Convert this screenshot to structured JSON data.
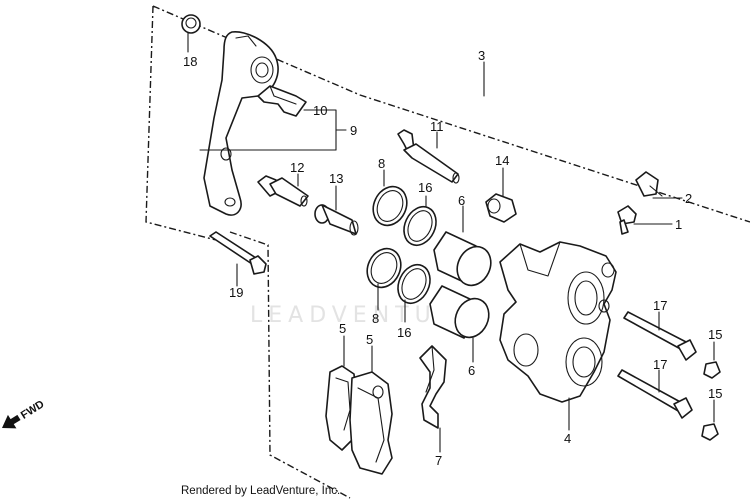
{
  "watermark": "LEADVENTURE",
  "footer_text": "Rendered by LeadVenture, Inc.",
  "fwd_label": "FWD",
  "callouts": {
    "c1": "1",
    "c2": "2",
    "c3": "3",
    "c4": "4",
    "c5a": "5",
    "c5b": "5",
    "c6a": "6",
    "c6b": "6",
    "c7": "7",
    "c8a": "8",
    "c8b": "8",
    "c9": "9",
    "c10": "10",
    "c11": "11",
    "c12": "12",
    "c13": "13",
    "c14": "14",
    "c15a": "15",
    "c15b": "15",
    "c16a": "16",
    "c16b": "16",
    "c17a": "17",
    "c17b": "17",
    "c18": "18",
    "c19": "19"
  }
}
